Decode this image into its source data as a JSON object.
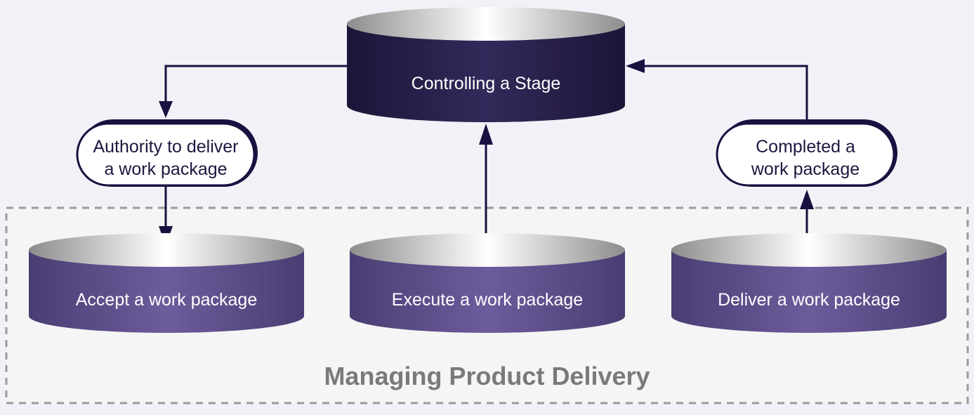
{
  "diagram": {
    "top_process": {
      "label": "Controlling a Stage"
    },
    "authority": {
      "line1": "Authority to deliver",
      "line2": "a work package"
    },
    "completed": {
      "line1": "Completed a",
      "line2": "work package"
    },
    "region": {
      "title": "Managing Product Delivery",
      "processes": [
        {
          "label": "Accept a work package"
        },
        {
          "label": "Execute a work package"
        },
        {
          "label": "Deliver a work package"
        }
      ]
    }
  },
  "colors": {
    "dark_cylinder": "#2a2048",
    "light_cylinder": "#6a5a95",
    "arrow": "#1a1040",
    "region_border": "#9a9a9a",
    "region_fill": "#f5f5f5"
  }
}
